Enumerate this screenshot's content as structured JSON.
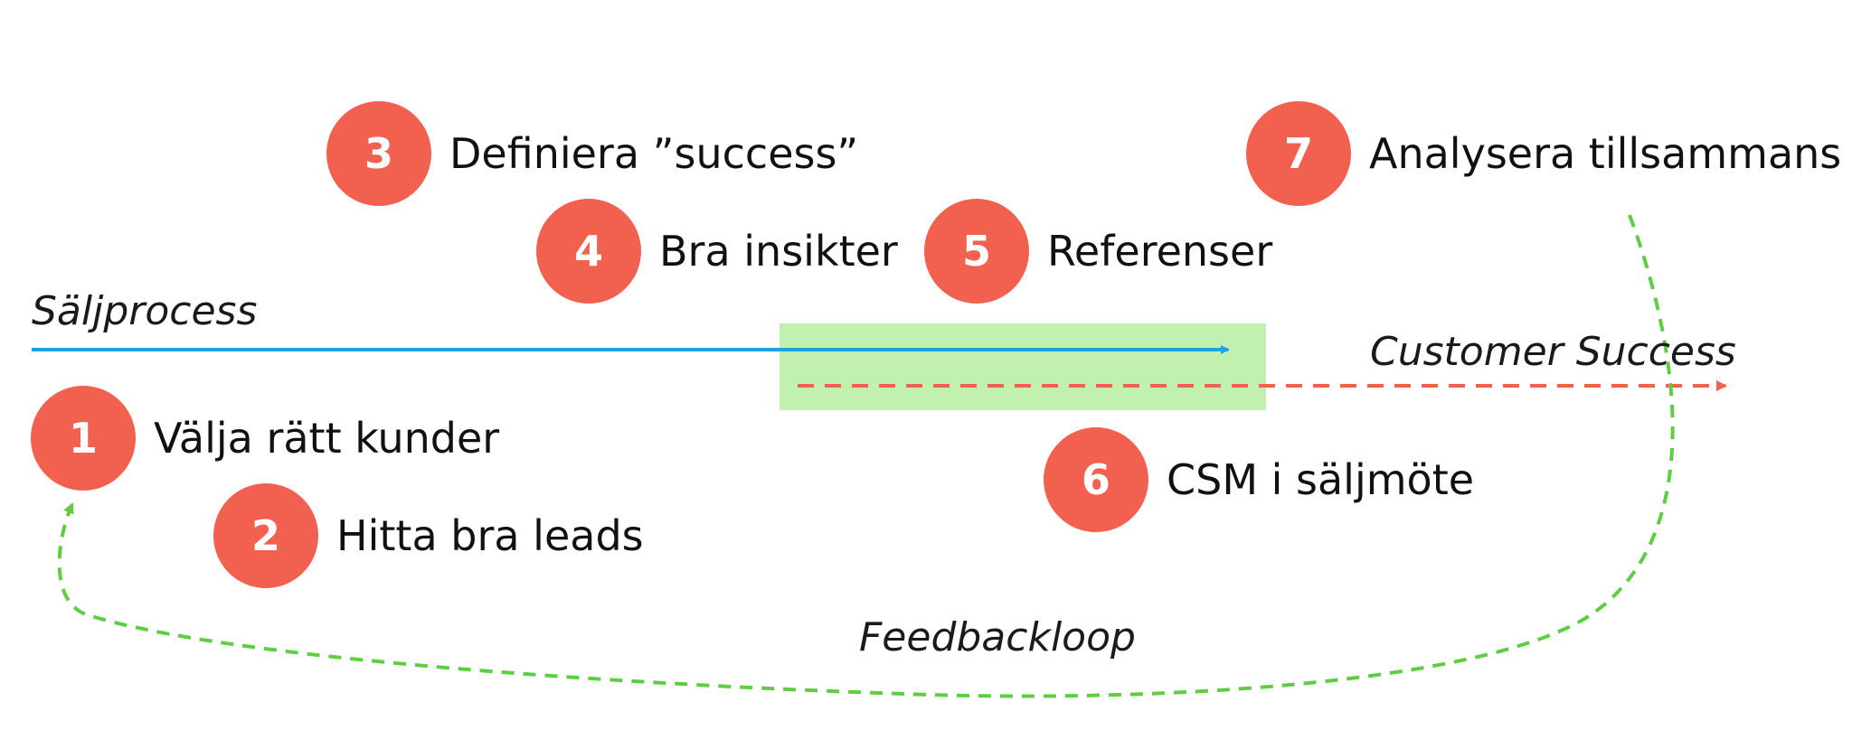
{
  "labels": {
    "sales_process": "Säljprocess",
    "customer_success": "Customer Success",
    "feedback_loop": "Feedbackloop"
  },
  "steps": [
    {
      "number": "1",
      "label": "Välja rätt kunder"
    },
    {
      "number": "2",
      "label": "Hitta bra leads"
    },
    {
      "number": "3",
      "label": "Definiera ”success”"
    },
    {
      "number": "4",
      "label": "Bra insikter"
    },
    {
      "number": "5",
      "label": "Referenser"
    },
    {
      "number": "6",
      "label": "CSM i säljmöte"
    },
    {
      "number": "7",
      "label": "Analysera tillsammans"
    }
  ],
  "colors": {
    "badge": "#f2604f",
    "sales_arrow": "#1ba3e8",
    "customer_success_arrow": "#f2604f",
    "overlap_highlight": "#c2f0b1",
    "feedback_arrow": "#5fcd42"
  }
}
